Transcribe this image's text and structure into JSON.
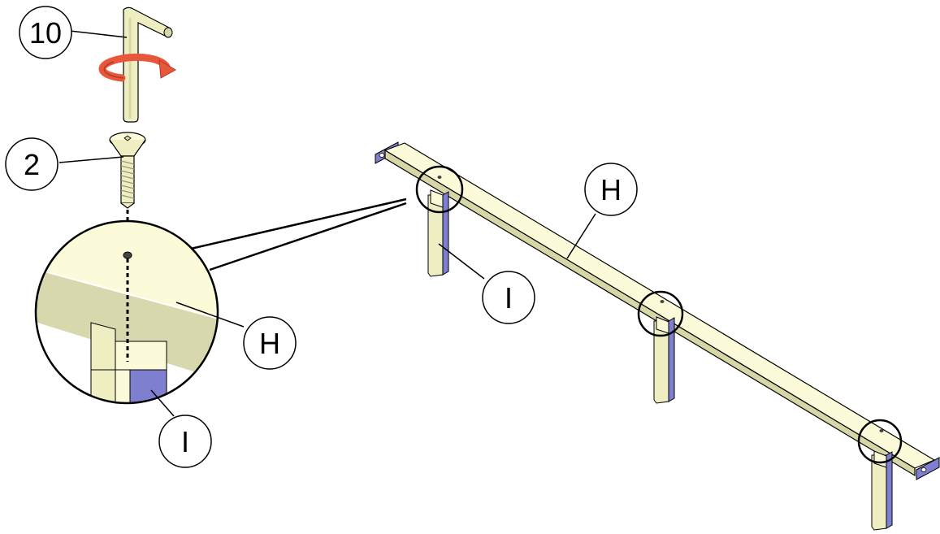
{
  "labels": {
    "allen_key": "10",
    "screw": "2",
    "beam_detail": "H",
    "leg_detail": "I",
    "beam_main": "H",
    "leg_main": "I"
  },
  "colors": {
    "beam_light": "#fbfbd9",
    "beam_mid": "#eeeec2",
    "beam_shade": "#d6d6a6",
    "leg_blue": "#7f7fd0",
    "leg_dark": "#5c5cae",
    "arrow_red": "#e8573c",
    "outline": "#000000"
  }
}
